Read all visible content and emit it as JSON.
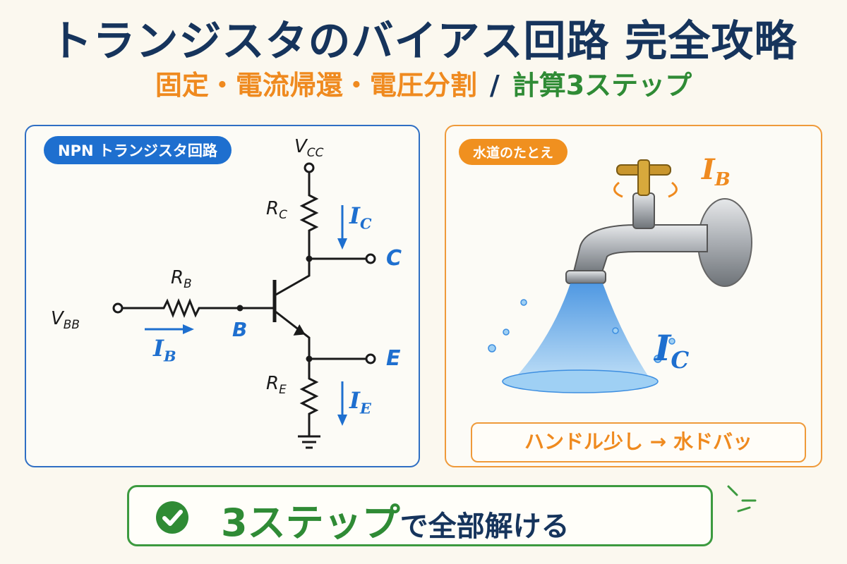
{
  "header": {
    "title": "トランジスタのバイアス回路 完全攻略",
    "subtitle_methods": "固定・電流帰還・電圧分割",
    "subtitle_separator": "/",
    "subtitle_steps": "計算3ステップ"
  },
  "circuit_panel": {
    "badge": "NPN トランジスタ回路",
    "labels": {
      "vcc": "V",
      "vcc_sub": "CC",
      "rc": "R",
      "rc_sub": "C",
      "ic": "I",
      "ic_sub": "C",
      "c": "C",
      "rb": "R",
      "rb_sub": "B",
      "vbb": "V",
      "vbb_sub": "BB",
      "b": "B",
      "ib": "I",
      "ib_sub": "B",
      "e": "E",
      "re": "R",
      "re_sub": "E",
      "ie": "I",
      "ie_sub": "E"
    }
  },
  "analogy_panel": {
    "badge": "水道のたとえ",
    "ib_label": "I",
    "ib_sub": "B",
    "ic_label": "I",
    "ic_sub": "C",
    "caption": "ハンドル少し → 水ドバッ"
  },
  "banner": {
    "highlight": "3ステップ",
    "text": "で全部解ける"
  },
  "colors": {
    "navy": "#16345c",
    "orange": "#ef8a1f",
    "green": "#2f8b35",
    "blue": "#1e6fcf"
  }
}
